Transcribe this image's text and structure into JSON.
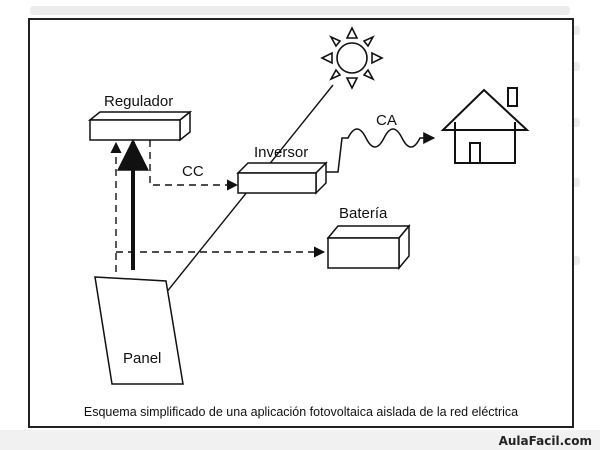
{
  "diagram": {
    "regulator_label": "Regulador",
    "inverter_label": "Inversor",
    "battery_label": "Batería",
    "panel_label": "Panel",
    "dc_label": "CC",
    "ac_label": "CA",
    "caption": "Esquema simplificado de una aplicación fotovoltaica aislada de la red eléctrica"
  },
  "footer": {
    "logo_text": "AulaFacil.com"
  }
}
